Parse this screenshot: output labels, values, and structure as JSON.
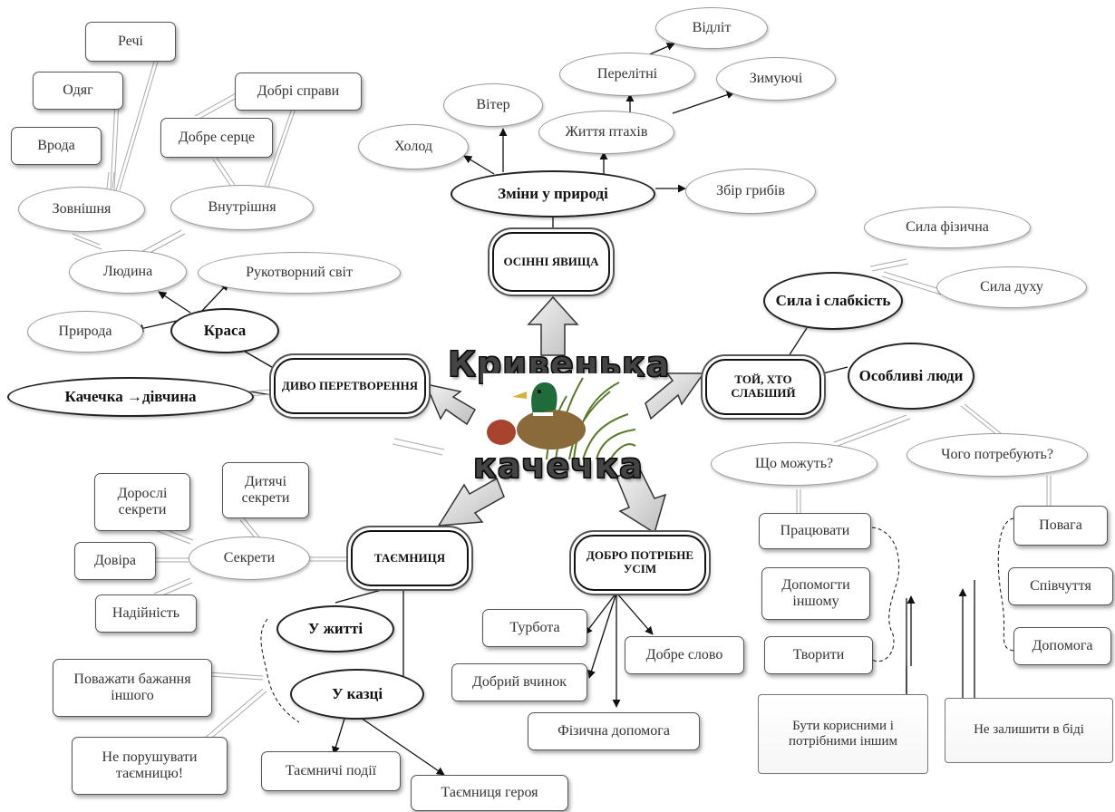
{
  "center": {
    "title_line1": "Кривенька",
    "title_line2": "качечка",
    "picture_icon": "duck-icon"
  },
  "hubs": {
    "autumn": "ОСІННІ ЯВИЩА",
    "weak": "ТОЙ, ХТО СЛАБШИЙ",
    "good": "ДОБРО ПОТРІБНЕ УСІМ",
    "secret": "ТАЄМНИЦЯ",
    "miracle": "ДИВО ПЕРЕТВОРЕННЯ"
  },
  "autumn": {
    "changes": "Зміни у природі",
    "cold": "Холод",
    "wind": "Вітер",
    "birds": "Життя птахів",
    "migratory": "Перелітні",
    "departure": "Відліт",
    "wintering": "Зимуючі",
    "mushrooms": "Збір грибів"
  },
  "weak": {
    "strength": "Сила і слабкість",
    "physical": "Сила фізична",
    "spirit": "Сила духу",
    "special": "Особливі люди",
    "can": "Що можуть?",
    "need": "Чого потребують?",
    "work": "Працювати",
    "help_other": "Допомогти іншому",
    "create": "Творити",
    "respect": "Повага",
    "sympathy": "Співчуття",
    "help": "Допомога",
    "useful": "Бути корисними і потрібними іншим",
    "not_leave": "Не залишити в біді"
  },
  "good": {
    "care": "Турбота",
    "kind_deed": "Добрий вчинок",
    "kind_word": "Добре слово",
    "physical_help": "Фізична допомога"
  },
  "secret": {
    "secrets": "Секрети",
    "adult": "Дорослі секрети",
    "child": "Дитячі секрети",
    "trust": "Довіра",
    "reliability": "Надійність",
    "in_life": "У житті",
    "in_tale": "У казці",
    "respect_wish": "Поважати бажання іншого",
    "keep_secret": "Не порушувати таємницю!",
    "secret_events": "Таємничі події",
    "hero_secret": "Таємниця героя"
  },
  "miracle": {
    "transform": "Качечка →дівчина",
    "beauty": "Краса",
    "nature": "Природа",
    "handmade": "Рукотворний світ",
    "human": "Людина",
    "outer": "Зовнішня",
    "inner": "Внутрішня",
    "things": "Речі",
    "clothes": "Одяг",
    "looks": "Врода",
    "good_deeds": "Добрі справи",
    "kind_heart": "Добре серце"
  }
}
